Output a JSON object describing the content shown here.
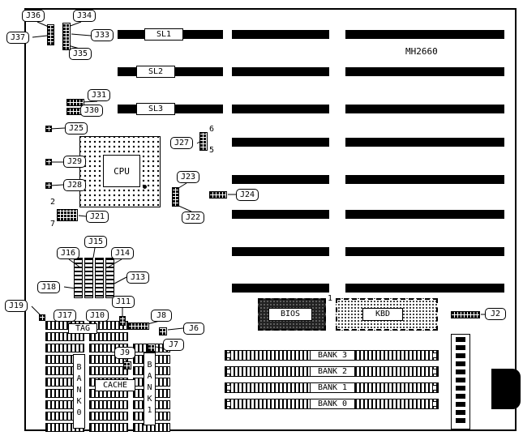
{
  "board": {
    "code": "MH2660"
  },
  "callouts": {
    "j36": "J36",
    "j34": "J34",
    "j37": "J37",
    "j33": "J33",
    "j35": "J35",
    "j31": "J31",
    "j30": "J30",
    "j25": "J25",
    "j27": "J27",
    "j29": "J29",
    "j28": "J28",
    "j23": "J23",
    "j24": "J24",
    "j21": "J21",
    "j22": "J22",
    "j15": "J15",
    "j16": "J16",
    "j14": "J14",
    "j13": "J13",
    "j18": "J18",
    "j19": "J19",
    "j17": "J17",
    "j10": "J10",
    "j11": "J11",
    "j8": "J8",
    "j6": "J6",
    "j7": "J7",
    "j9": "J9",
    "j2": "J2"
  },
  "slots": [
    "SL1",
    "SL2",
    "SL3"
  ],
  "chips": {
    "cpu": "CPU",
    "bios": "BIOS",
    "kbd": "KBD",
    "tag": "TAG",
    "cache": "CACHE"
  },
  "memory_banks": [
    "BANK 3",
    "BANK 2",
    "BANK 1",
    "BANK 0"
  ],
  "cache_banks": [
    "BANK0",
    "BANK1"
  ],
  "pin_numbers": {
    "j27_pin6": "6",
    "j27_pin5": "5",
    "j21_pin2": "2",
    "j21_pin7": "7",
    "bios_pin1": "1"
  }
}
